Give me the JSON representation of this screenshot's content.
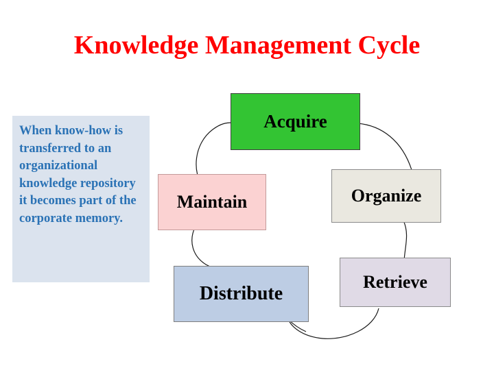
{
  "slide": {
    "title": "Knowledge Management Cycle",
    "title_color": "#ff0000",
    "background_color": "#ffffff"
  },
  "caption": {
    "text": "When know-how is transferred to an organizational knowledge repository it becomes part of the corporate memory.",
    "background_color": "#dbe3ee",
    "text_color": "#2a72b5"
  },
  "diagram": {
    "type": "cycle",
    "nodes": [
      {
        "id": "acquire",
        "label": "Acquire",
        "fill": "#33c433",
        "border": "#3f3f3f",
        "text_color": "#000000"
      },
      {
        "id": "organize",
        "label": "Organize",
        "fill": "#eae8e0",
        "border": "#8a8a8a",
        "text_color": "#000000"
      },
      {
        "id": "retrieve",
        "label": "Retrieve",
        "fill": "#e0dae6",
        "border": "#8a8a8a",
        "text_color": "#000000"
      },
      {
        "id": "distribute",
        "label": "Distribute",
        "fill": "#bdcde4",
        "border": "#7e7e7e",
        "text_color": "#000000"
      },
      {
        "id": "maintain",
        "label": "Maintain",
        "fill": "#fbd2d2",
        "border": "#c39a9a",
        "text_color": "#000000"
      }
    ],
    "connector_color": "#1a1a1a",
    "connectors": [
      {
        "from": "acquire",
        "to": "organize"
      },
      {
        "from": "organize",
        "to": "retrieve"
      },
      {
        "from": "retrieve",
        "to": "distribute"
      },
      {
        "from": "distribute",
        "to": "maintain"
      },
      {
        "from": "maintain",
        "to": "acquire"
      }
    ]
  }
}
